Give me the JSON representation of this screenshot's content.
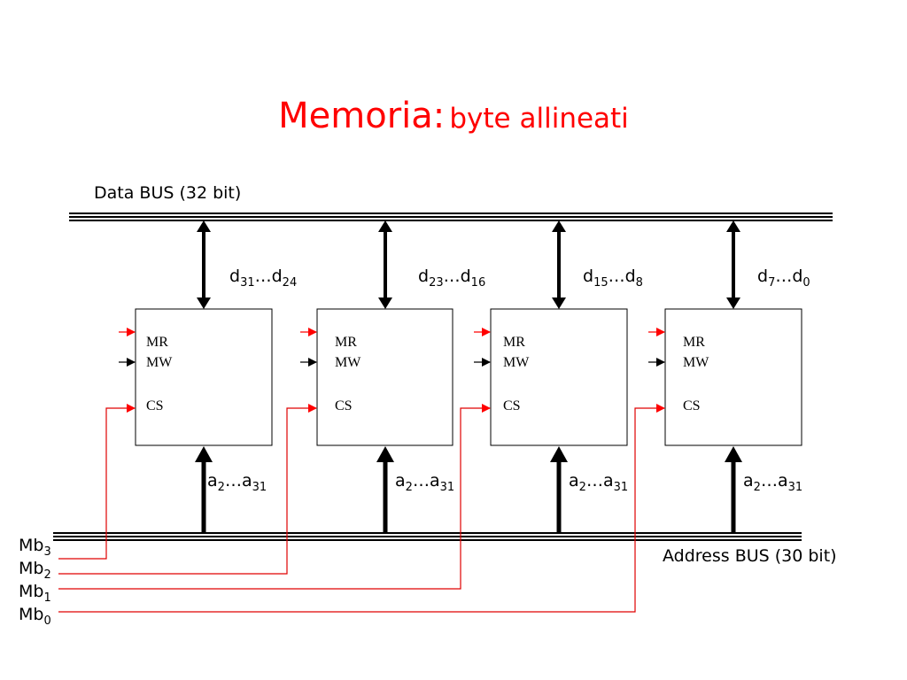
{
  "title": {
    "main": "Memoria:",
    "sub": "byte allineati"
  },
  "data_bus": {
    "label": "Data BUS (32 bit)"
  },
  "address_bus": {
    "label": "Address BUS (30 bit)"
  },
  "modules": [
    {
      "data_base": "d",
      "data_hi": "31",
      "data_sep": "…",
      "data_lo": "24",
      "addr_base": "a",
      "addr_lo": "2",
      "addr_sep": "…",
      "addr_hi": "31",
      "pins": [
        "MR",
        "MW",
        "CS"
      ]
    },
    {
      "data_base": "d",
      "data_hi": "23",
      "data_sep": "…",
      "data_lo": "16",
      "addr_base": "a",
      "addr_lo": "2",
      "addr_sep": "…",
      "addr_hi": "31",
      "pins": [
        "MR",
        "MW",
        "CS"
      ]
    },
    {
      "data_base": "d",
      "data_hi": "15",
      "data_sep": "…",
      "data_lo": "8",
      "addr_base": "a",
      "addr_lo": "2",
      "addr_sep": "…",
      "addr_hi": "31",
      "pins": [
        "MR",
        "MW",
        "CS"
      ]
    },
    {
      "data_base": "d",
      "data_hi": "7",
      "data_sep": "…",
      "data_lo": "0",
      "addr_base": "a",
      "addr_lo": "2",
      "addr_sep": "…",
      "addr_hi": "31",
      "pins": [
        "MR",
        "MW",
        "CS"
      ]
    }
  ],
  "selects": [
    {
      "base": "Mb",
      "sub": "3"
    },
    {
      "base": "Mb",
      "sub": "2"
    },
    {
      "base": "Mb",
      "sub": "1"
    },
    {
      "base": "Mb",
      "sub": "0"
    }
  ],
  "colors": {
    "accent": "#ff0000",
    "line": "#000000",
    "select_wire": "#e00000"
  }
}
